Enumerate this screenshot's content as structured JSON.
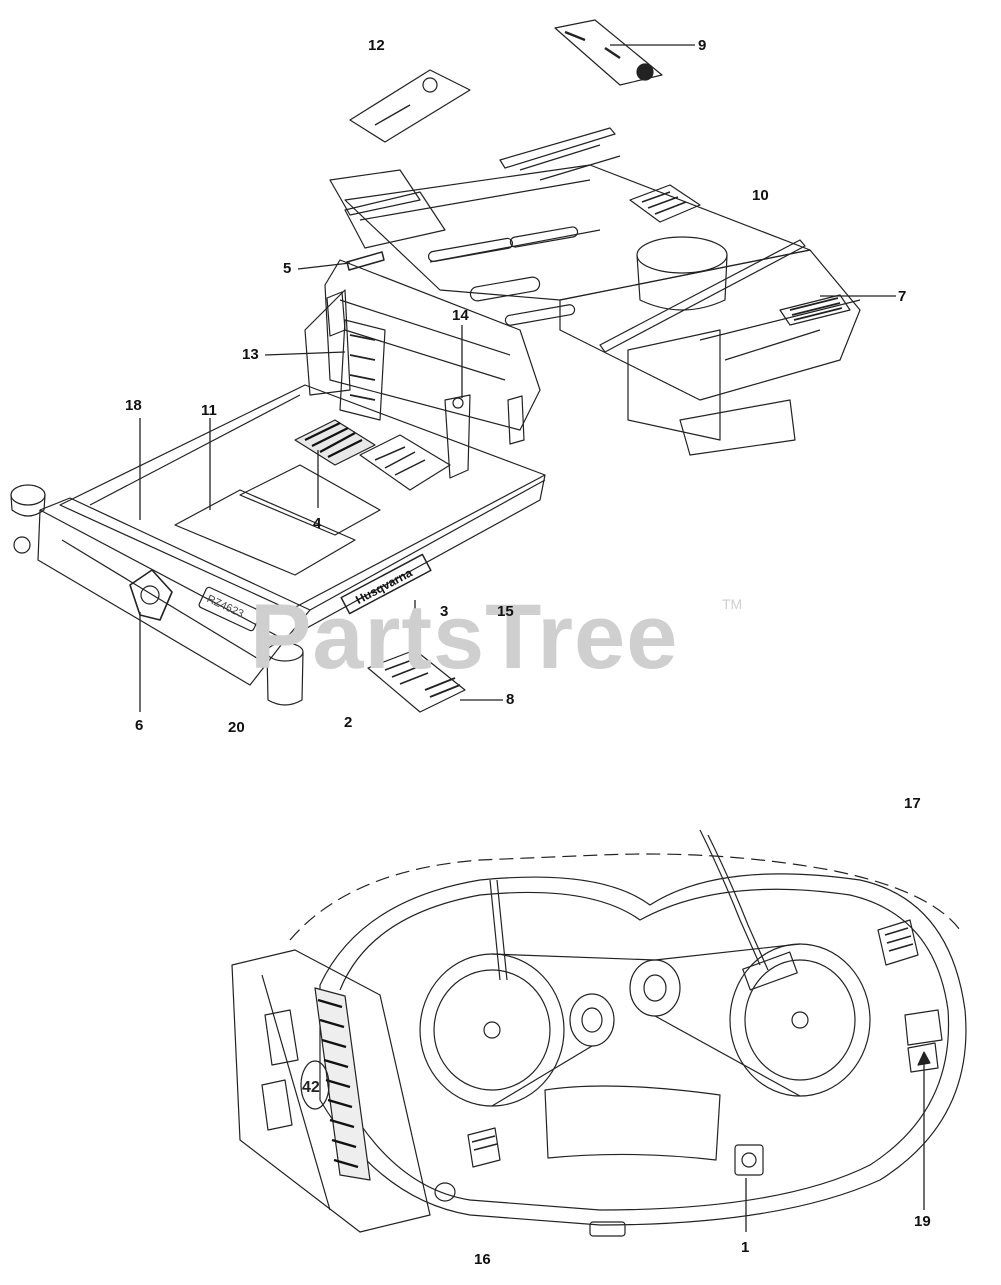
{
  "watermark": {
    "text": "PartsTree",
    "trademark": "TM"
  },
  "callouts": [
    {
      "id": "c1",
      "text": "1"
    },
    {
      "id": "c2",
      "text": "2"
    },
    {
      "id": "c3",
      "text": "3"
    },
    {
      "id": "c4",
      "text": "4"
    },
    {
      "id": "c5",
      "text": "5"
    },
    {
      "id": "c6",
      "text": "6"
    },
    {
      "id": "c7",
      "text": "7"
    },
    {
      "id": "c8",
      "text": "8"
    },
    {
      "id": "c9",
      "text": "9"
    },
    {
      "id": "c10",
      "text": "10"
    },
    {
      "id": "c11",
      "text": "11"
    },
    {
      "id": "c12",
      "text": "12"
    },
    {
      "id": "c13",
      "text": "13"
    },
    {
      "id": "c14",
      "text": "14"
    },
    {
      "id": "c15",
      "text": "15"
    },
    {
      "id": "c16",
      "text": "16"
    },
    {
      "id": "c17",
      "text": "17"
    },
    {
      "id": "c18",
      "text": "18"
    },
    {
      "id": "c19",
      "text": "19"
    },
    {
      "id": "c20",
      "text": "20"
    }
  ],
  "decals": {
    "brand_text": "Husqvarna",
    "model_text": "RZ4623",
    "deck_size_text": "42"
  },
  "colors": {
    "line": "#222222",
    "dark": "#111111",
    "watermark": "#cfcfcf"
  }
}
